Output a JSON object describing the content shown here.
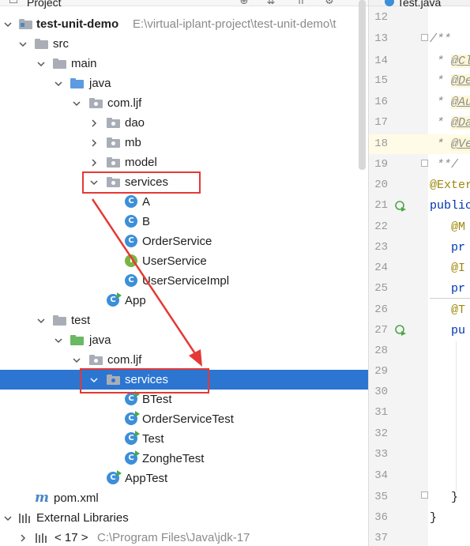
{
  "header": {
    "title": "Project"
  },
  "tree": {
    "root": {
      "label": "test-unit-demo",
      "path": "E:\\virtual-iplant-project\\test-unit-demo\\t"
    },
    "src": "src",
    "main": "main",
    "java_main": "java",
    "pkg_main": "com.ljf",
    "dao": "dao",
    "mb": "mb",
    "model": "model",
    "services_main": "services",
    "class_a": "A",
    "class_b": "B",
    "order_service": "OrderService",
    "user_service": "UserService",
    "user_service_impl": "UserServiceImpl",
    "app": "App",
    "test": "test",
    "java_test": "java",
    "pkg_test": "com.ljf",
    "services_test": "services",
    "btest": "BTest",
    "order_service_test": "OrderServiceTest",
    "test_class": "Test",
    "zonghe_test": "ZongheTest",
    "app_test": "AppTest",
    "pom": "pom.xml",
    "external_libraries": "External Libraries",
    "jdk": {
      "label": "< 17 >",
      "path": "C:\\Program Files\\Java\\jdk-17"
    }
  },
  "editor": {
    "tab_label": "Test.java",
    "line_numbers": [
      "12",
      "13",
      "14",
      "15",
      "16",
      "17",
      "18",
      "19",
      "20",
      "21",
      "22",
      "23",
      "24",
      "25",
      "26",
      "27",
      "28",
      "29",
      "30",
      "31",
      "32",
      "33",
      "34",
      "35",
      "36",
      "37"
    ],
    "code": {
      "l13": "/**",
      "l14_star": " * ",
      "l14_tag": "@Cl",
      "l15_star": " * ",
      "l15_tag": "@De",
      "l16_star": " * ",
      "l16_tag": "@Au",
      "l17_star": " * ",
      "l17_tag": "@Da",
      "l18_star": " * ",
      "l18_tag": "@Ve",
      "l19": " **/",
      "l20": "@Exter",
      "l21": "public",
      "l22": "   @M",
      "l23": "   pr",
      "l24": "   @I",
      "l25": "   pr",
      "l26": "   @T",
      "l27": "   pu",
      "l35": "   }",
      "l36": "}"
    }
  },
  "colors": {
    "selection": "#2c75d1",
    "annotation_red": "#e53935",
    "folder_blue": "#5d9ae0",
    "folder_green": "#69b864",
    "class_badge": "#3c8fd8",
    "interface_badge": "#7cb342"
  },
  "icons": {
    "header": [
      "project-icon",
      "target-icon",
      "collapse-icon",
      "expand-icon",
      "gear-icon"
    ],
    "tree": [
      "module-folder-icon",
      "folder-icon",
      "source-folder-icon",
      "package-icon",
      "class-icon",
      "interface-icon",
      "runnable-class-icon",
      "test-class-icon",
      "maven-icon",
      "libraries-icon"
    ],
    "editor": [
      "run-gutter-icon",
      "fold-icon"
    ]
  }
}
